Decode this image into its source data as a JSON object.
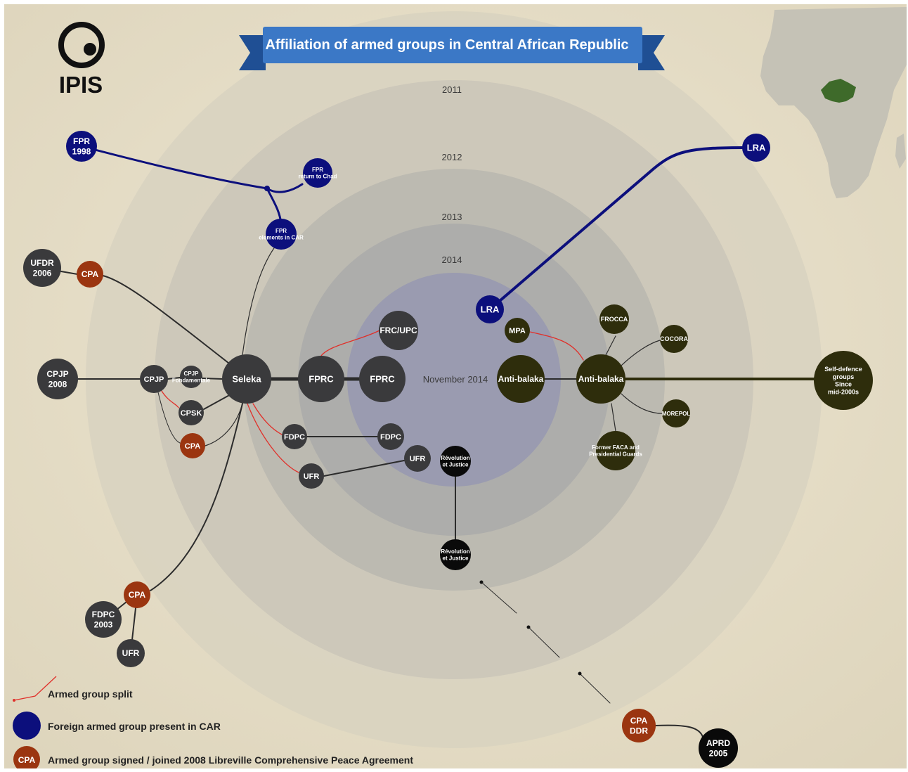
{
  "title": "Affiliation of armed groups in Central African Republic",
  "logo_text": "IPIS",
  "ring_labels": [
    "2011",
    "2012",
    "2013",
    "2014"
  ],
  "center_label": "November 2014",
  "colors": {
    "background": "#e8e0ca",
    "banner": "#3b78c6",
    "banner_dark": "#1f4f94",
    "foreign": "#0c0f7c",
    "cpa": "#9b3510",
    "group": "#3a3a3c",
    "antibalaka": "#2e2d0c",
    "black": "#0a0a0a",
    "split": "#e0302a",
    "link": "#2c2c2c",
    "map_land": "#c3c0b4",
    "car_green": "#3e6a2a"
  },
  "nodes": [
    {
      "id": "fpr1998",
      "lines": [
        "FPR",
        "1998"
      ],
      "kind": "foreign"
    },
    {
      "id": "fpr_chad",
      "lines": [
        "FPR",
        "return to Chad"
      ],
      "kind": "foreign"
    },
    {
      "id": "fpr_car",
      "lines": [
        "FPR",
        "elements in CAR"
      ],
      "kind": "foreign"
    },
    {
      "id": "lra_outer",
      "lines": [
        "LRA"
      ],
      "kind": "foreign"
    },
    {
      "id": "lra_inner",
      "lines": [
        "LRA"
      ],
      "kind": "foreign"
    },
    {
      "id": "ufdr",
      "lines": [
        "UFDR",
        "2006"
      ],
      "kind": "group"
    },
    {
      "id": "cpa_ufdr",
      "lines": [
        "CPA"
      ],
      "kind": "cpa"
    },
    {
      "id": "cpjp2008",
      "lines": [
        "CPJP",
        "2008"
      ],
      "kind": "group"
    },
    {
      "id": "cpjp",
      "lines": [
        "CPJP"
      ],
      "kind": "group"
    },
    {
      "id": "cpjp_fond",
      "lines": [
        "CPJP",
        "Fondamentale"
      ],
      "kind": "group"
    },
    {
      "id": "cpsk",
      "lines": [
        "CPSK"
      ],
      "kind": "group"
    },
    {
      "id": "cpa_cpsk",
      "lines": [
        "CPA"
      ],
      "kind": "cpa"
    },
    {
      "id": "seleka",
      "lines": [
        "Seleka"
      ],
      "kind": "group"
    },
    {
      "id": "fprc1",
      "lines": [
        "FPRC"
      ],
      "kind": "group"
    },
    {
      "id": "fprc2",
      "lines": [
        "FPRC"
      ],
      "kind": "group"
    },
    {
      "id": "frcupc",
      "lines": [
        "FRC/UPC"
      ],
      "kind": "group"
    },
    {
      "id": "fdpc1",
      "lines": [
        "FDPC"
      ],
      "kind": "group"
    },
    {
      "id": "fdpc2",
      "lines": [
        "FDPC"
      ],
      "kind": "group"
    },
    {
      "id": "ufr1",
      "lines": [
        "UFR"
      ],
      "kind": "group"
    },
    {
      "id": "ufr2",
      "lines": [
        "UFR"
      ],
      "kind": "group"
    },
    {
      "id": "revj1",
      "lines": [
        "Révolution",
        "et Justice"
      ],
      "kind": "black"
    },
    {
      "id": "revj2",
      "lines": [
        "Révolution",
        "et Justice"
      ],
      "kind": "black"
    },
    {
      "id": "mpa",
      "lines": [
        "MPA"
      ],
      "kind": "antibalaka"
    },
    {
      "id": "ab1",
      "lines": [
        "Anti-balaka"
      ],
      "kind": "antibalaka"
    },
    {
      "id": "ab2",
      "lines": [
        "Anti-balaka"
      ],
      "kind": "antibalaka"
    },
    {
      "id": "frocca",
      "lines": [
        "FROCCA"
      ],
      "kind": "antibalaka"
    },
    {
      "id": "cocora",
      "lines": [
        "COCORA"
      ],
      "kind": "antibalaka"
    },
    {
      "id": "morepol",
      "lines": [
        "MOREPOL"
      ],
      "kind": "antibalaka"
    },
    {
      "id": "faca",
      "lines": [
        "Former FACA and",
        "Presidential Guards"
      ],
      "kind": "antibalaka"
    },
    {
      "id": "selfdef",
      "lines": [
        "Self-defence",
        "groups",
        "Since",
        "mid-2000s"
      ],
      "kind": "antibalaka"
    },
    {
      "id": "cpa_bottom",
      "lines": [
        "CPA"
      ],
      "kind": "cpa"
    },
    {
      "id": "fdpc2003",
      "lines": [
        "FDPC",
        "2003"
      ],
      "kind": "group"
    },
    {
      "id": "ufr_bottom",
      "lines": [
        "UFR"
      ],
      "kind": "group"
    },
    {
      "id": "cpa_ddr",
      "lines": [
        "CPA",
        "DDR"
      ],
      "kind": "cpa"
    },
    {
      "id": "aprd",
      "lines": [
        "APRD",
        "2005"
      ],
      "kind": "black"
    }
  ],
  "legend": [
    {
      "kind": "split",
      "text": "Armed group split"
    },
    {
      "kind": "foreign",
      "text": "Foreign armed group present in CAR"
    },
    {
      "kind": "cpa",
      "text": "Armed group signed / joined 2008 Libreville Comprehensive Peace Agreement",
      "badge": "CPA"
    }
  ]
}
